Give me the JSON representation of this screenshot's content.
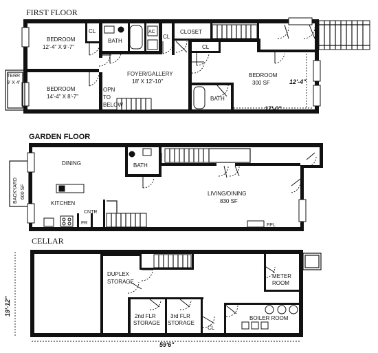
{
  "floors": {
    "first": {
      "title": "FIRST FLOOR",
      "rooms": {
        "bedroom1": "BEDROOM",
        "bedroom1_size": "12'-4\" X 9'-7\"",
        "cl1": "CL",
        "bath1": "BATH",
        "ac": "AC",
        "cl2": "CL",
        "closet": "CLOSET",
        "cl3": "CL",
        "terr": "TERR",
        "terr_size": "9' X 4'",
        "bedroom2": "BEDROOM",
        "bedroom2_size": "14'-4\" X 8'-7\"",
        "foyer": "FOYER/GALLERY",
        "foyer_size": "18' X 12'-10\"",
        "opn1": "OPN",
        "opn2": "TO",
        "opn3": "BELOW",
        "bedroom3": "BEDROOM",
        "bedroom3_size": "300 SF",
        "bath2": "BATH"
      },
      "dims": {
        "w": "17'-0\"",
        "h": "12'-4\""
      }
    },
    "garden": {
      "title": "GARDEN FLOOR",
      "rooms": {
        "dining": "DINING",
        "bath": "BATH",
        "backyard": "BACKYARD",
        "backyard_size": "600 SF",
        "kitchen": "KITCHEN",
        "cntr": "CNTR",
        "fr": "FR",
        "living": "LIVING/DINING",
        "living_size": "830 SF",
        "fpl": "FPL"
      }
    },
    "cellar": {
      "title": "CELLAR",
      "rooms": {
        "duplex1": "DUPLEX",
        "duplex2": "STORAGE",
        "meter1": "METER",
        "meter2": "ROOM",
        "s2a": "2nd FLR",
        "s2b": "STORAGE",
        "s3a": "3rd FLR",
        "s3b": "STORAGE",
        "cl": "CL",
        "boiler": "BOILER ROOM"
      },
      "dims": {
        "w": "59'6\"",
        "h": "19'-12\""
      }
    }
  }
}
